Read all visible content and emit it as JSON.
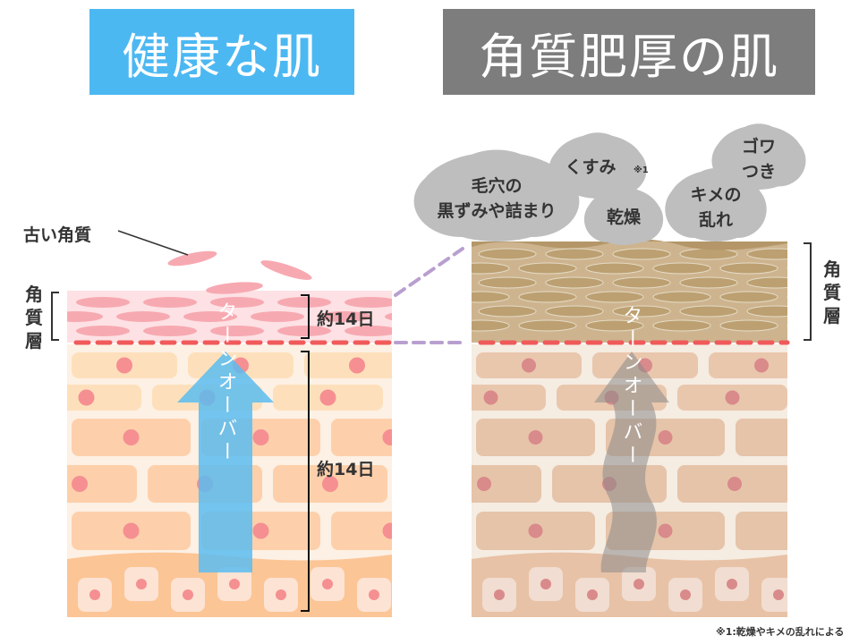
{
  "titles": {
    "healthy": "健康な肌",
    "thick": "角質肥厚の肌"
  },
  "labels": {
    "old_keratin": "古い角質",
    "stratum_corneum_left": "角質層",
    "stratum_corneum_right": "角質層",
    "days_corneum": "約14日",
    "days_turnover": "約14日",
    "turnover_left": "ターンオーバー",
    "turnover_right": "ターンオーバー"
  },
  "clouds": [
    {
      "line1": "毛穴の",
      "line2": "黒ずみや詰まり"
    },
    {
      "line1": "くすみ",
      "sup": "※1"
    },
    {
      "line1": "乾燥"
    },
    {
      "line1": "キメの",
      "line2": "乱れ"
    },
    {
      "line1": "ゴワ",
      "line2": "つき"
    }
  ],
  "footnote": "※1:乾燥やキメの乱れによる",
  "colors": {
    "healthy_title": "#4cb8f2",
    "thick_title": "#7d7d7d",
    "arrow_blue": "#5bbcf0",
    "dashed_red": "#f05a5a",
    "dashed_purple": "#b89fcf",
    "cloud": "#bebebe"
  }
}
